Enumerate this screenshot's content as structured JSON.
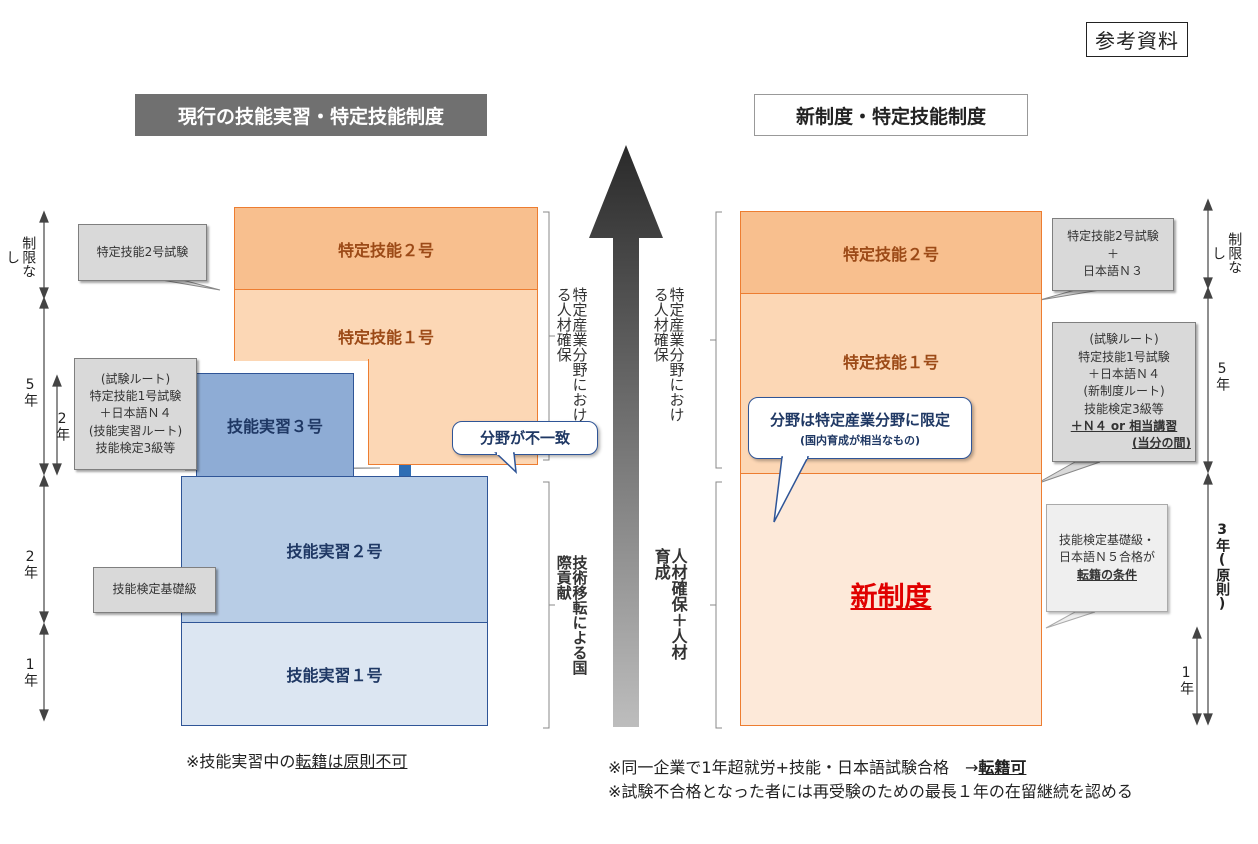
{
  "reference_label": "参考資料",
  "left": {
    "header": "現行の技能実習・特定技能制度",
    "boxes": {
      "ssw2": "特定技能２号",
      "ssw1": "特定技能１号",
      "tit3": "技能実習３号",
      "tit2": "技能実習２号",
      "tit1": "技能実習１号"
    },
    "notes": {
      "ssw2_exam": "特定技能2号試験",
      "route_exam": "(試験ルート)",
      "route_exam_detail": "特定技能1号試験",
      "route_exam_lang": "＋日本語Ｎ４",
      "route_tit": "(技能実習ルート)",
      "route_tit_detail": "技能検定3級等",
      "basic_test": "技能検定基礎級"
    },
    "mismatch_callout": "分野が不一致",
    "bracket_upper": "特定産業分野における人材確保",
    "bracket_lower": "技術移転による国際貢献",
    "years": {
      "none": "制限なし",
      "five": "5年",
      "two_inner": "2年",
      "two": "2年",
      "one": "1年"
    },
    "footnote_prefix": "※技能実習中の",
    "footnote_underlined": "転籍は原則不可"
  },
  "center": {
    "arrow_text": "人材確保＋人材育成"
  },
  "right": {
    "header": "新制度・特定技能制度",
    "boxes": {
      "ssw2": "特定技能２号",
      "ssw1": "特定技能１号",
      "new": "新制度"
    },
    "field_callout_main": "分野は特定産業分野に限定",
    "field_callout_sub": "(国内育成が相当なもの)",
    "notes": {
      "ssw2_line1": "特定技能2号試験",
      "ssw2_line2": "＋",
      "ssw2_line3": "日本語Ｎ３",
      "ssw1_line1": "(試験ルート)",
      "ssw1_line2": "特定技能1号試験",
      "ssw1_line3": "＋日本語Ｎ４",
      "ssw1_line4": "(新制度ルート)",
      "ssw1_line5": "技能検定3級等",
      "ssw1_line6": "＋Ｎ４ or 相当講習",
      "ssw1_line7": "(当分の間)",
      "transfer_line1": "技能検定基礎級・",
      "transfer_line2": "日本語Ｎ５合格が",
      "transfer_line3": "転籍の条件"
    },
    "bracket_upper": "特定産業分野における人材確保",
    "years": {
      "none": "制限なし",
      "five": "5年",
      "three": "3年(原則)",
      "one": "1年"
    },
    "footnote1_prefix": "※同一企業で1年超就労+技能・日本語試験合格　→",
    "footnote1_emph": "転籍可",
    "footnote2": "※試験不合格となった者には再受験のための最長１年の在留継続を認める"
  },
  "colors": {
    "orange_border": "#ed7d31",
    "blue_border": "#2f5597",
    "new_system_red": "#e00000",
    "header_gray": "#707070"
  }
}
